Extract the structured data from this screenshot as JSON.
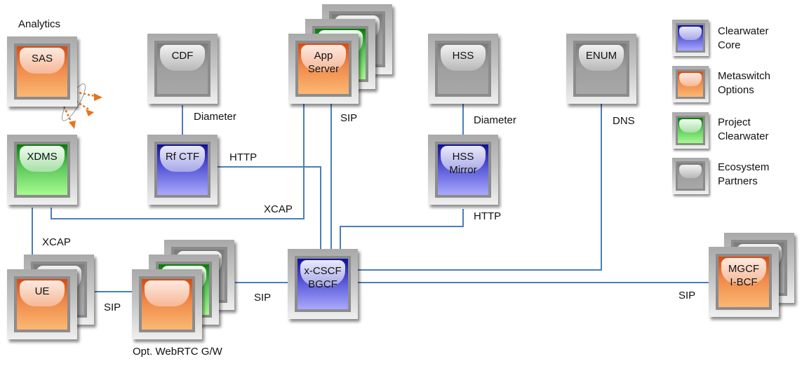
{
  "title": "Clearwater architecture diagram",
  "colors": {
    "clearwater_core": "#5757d8",
    "metaswitch_options": "#f08a4a",
    "project_clearwater": "#5cc95c",
    "ecosystem_partners": "#9f9f9f",
    "wire": "#4a7ebb",
    "analytics_arrow": "#e8731a"
  },
  "nodes": {
    "sas": {
      "label": "SAS",
      "heading": "Analytics",
      "category": "metaswitch_options"
    },
    "cdf": {
      "label": "CDF",
      "category": "ecosystem_partners"
    },
    "app_server": {
      "label": "App Server",
      "category": "metaswitch_options",
      "stacked": [
        "ecosystem_partners",
        "project_clearwater"
      ]
    },
    "hss": {
      "label": "HSS",
      "category": "ecosystem_partners"
    },
    "enum": {
      "label": "ENUM",
      "category": "ecosystem_partners"
    },
    "xdms": {
      "label": "XDMS",
      "category": "project_clearwater"
    },
    "rf_ctf": {
      "label": "Rf CTF",
      "category": "clearwater_core"
    },
    "hss_mirror": {
      "label": "HSS Mirror",
      "category": "clearwater_core"
    },
    "ue": {
      "label": "UE",
      "category": "metaswitch_options",
      "stacked": [
        "ecosystem_partners"
      ]
    },
    "webrtc_gw": {
      "label": "",
      "caption": "Opt. WebRTC  G/W",
      "category": "metaswitch_options",
      "stacked": [
        "ecosystem_partners",
        "project_clearwater"
      ]
    },
    "xcscf": {
      "label": "x-CSCF BGCF",
      "category": "clearwater_core"
    },
    "mgcf": {
      "label": "MGCF I-BCF",
      "category": "metaswitch_options",
      "stacked": [
        "ecosystem_partners"
      ]
    }
  },
  "links": [
    {
      "from": "cdf",
      "to": "rf_ctf",
      "protocol": "Diameter"
    },
    {
      "from": "rf_ctf",
      "to": "xcscf",
      "protocol": "HTTP"
    },
    {
      "from": "xdms",
      "to": "app_server",
      "protocol": "XCAP"
    },
    {
      "from": "xdms",
      "to": "ue",
      "protocol": "XCAP"
    },
    {
      "from": "app_server",
      "to": "xcscf",
      "protocol": "SIP"
    },
    {
      "from": "hss",
      "to": "hss_mirror",
      "protocol": "Diameter"
    },
    {
      "from": "hss_mirror",
      "to": "xcscf",
      "protocol": "HTTP"
    },
    {
      "from": "enum",
      "to": "xcscf",
      "protocol": "DNS"
    },
    {
      "from": "ue",
      "to": "webrtc_gw",
      "protocol": "SIP"
    },
    {
      "from": "webrtc_gw",
      "to": "xcscf",
      "protocol": "SIP"
    },
    {
      "from": "xcscf",
      "to": "mgcf",
      "protocol": "SIP"
    }
  ],
  "link_labels": {
    "cdf_diameter": "Diameter",
    "rf_http": "HTTP",
    "as_xcap": "XCAP",
    "xdms_xcap": "XCAP",
    "as_sip": "SIP",
    "hss_diameter": "Diameter",
    "hssm_http": "HTTP",
    "enum_dns": "DNS",
    "ue_sip": "SIP",
    "gw_sip": "SIP",
    "mgcf_sip": "SIP"
  },
  "legend": [
    {
      "label": "Clearwater Core",
      "line1": "Clearwater",
      "line2": "Core",
      "category": "clearwater_core"
    },
    {
      "label": "Metaswitch Options",
      "line1": "Metaswitch",
      "line2": "Options",
      "category": "metaswitch_options"
    },
    {
      "label": "Project Clearwater",
      "line1": "Project",
      "line2": "Clearwater",
      "category": "project_clearwater"
    },
    {
      "label": "Ecosystem Partners",
      "line1": "Ecosystem",
      "line2": "Partners",
      "category": "ecosystem_partners"
    }
  ]
}
